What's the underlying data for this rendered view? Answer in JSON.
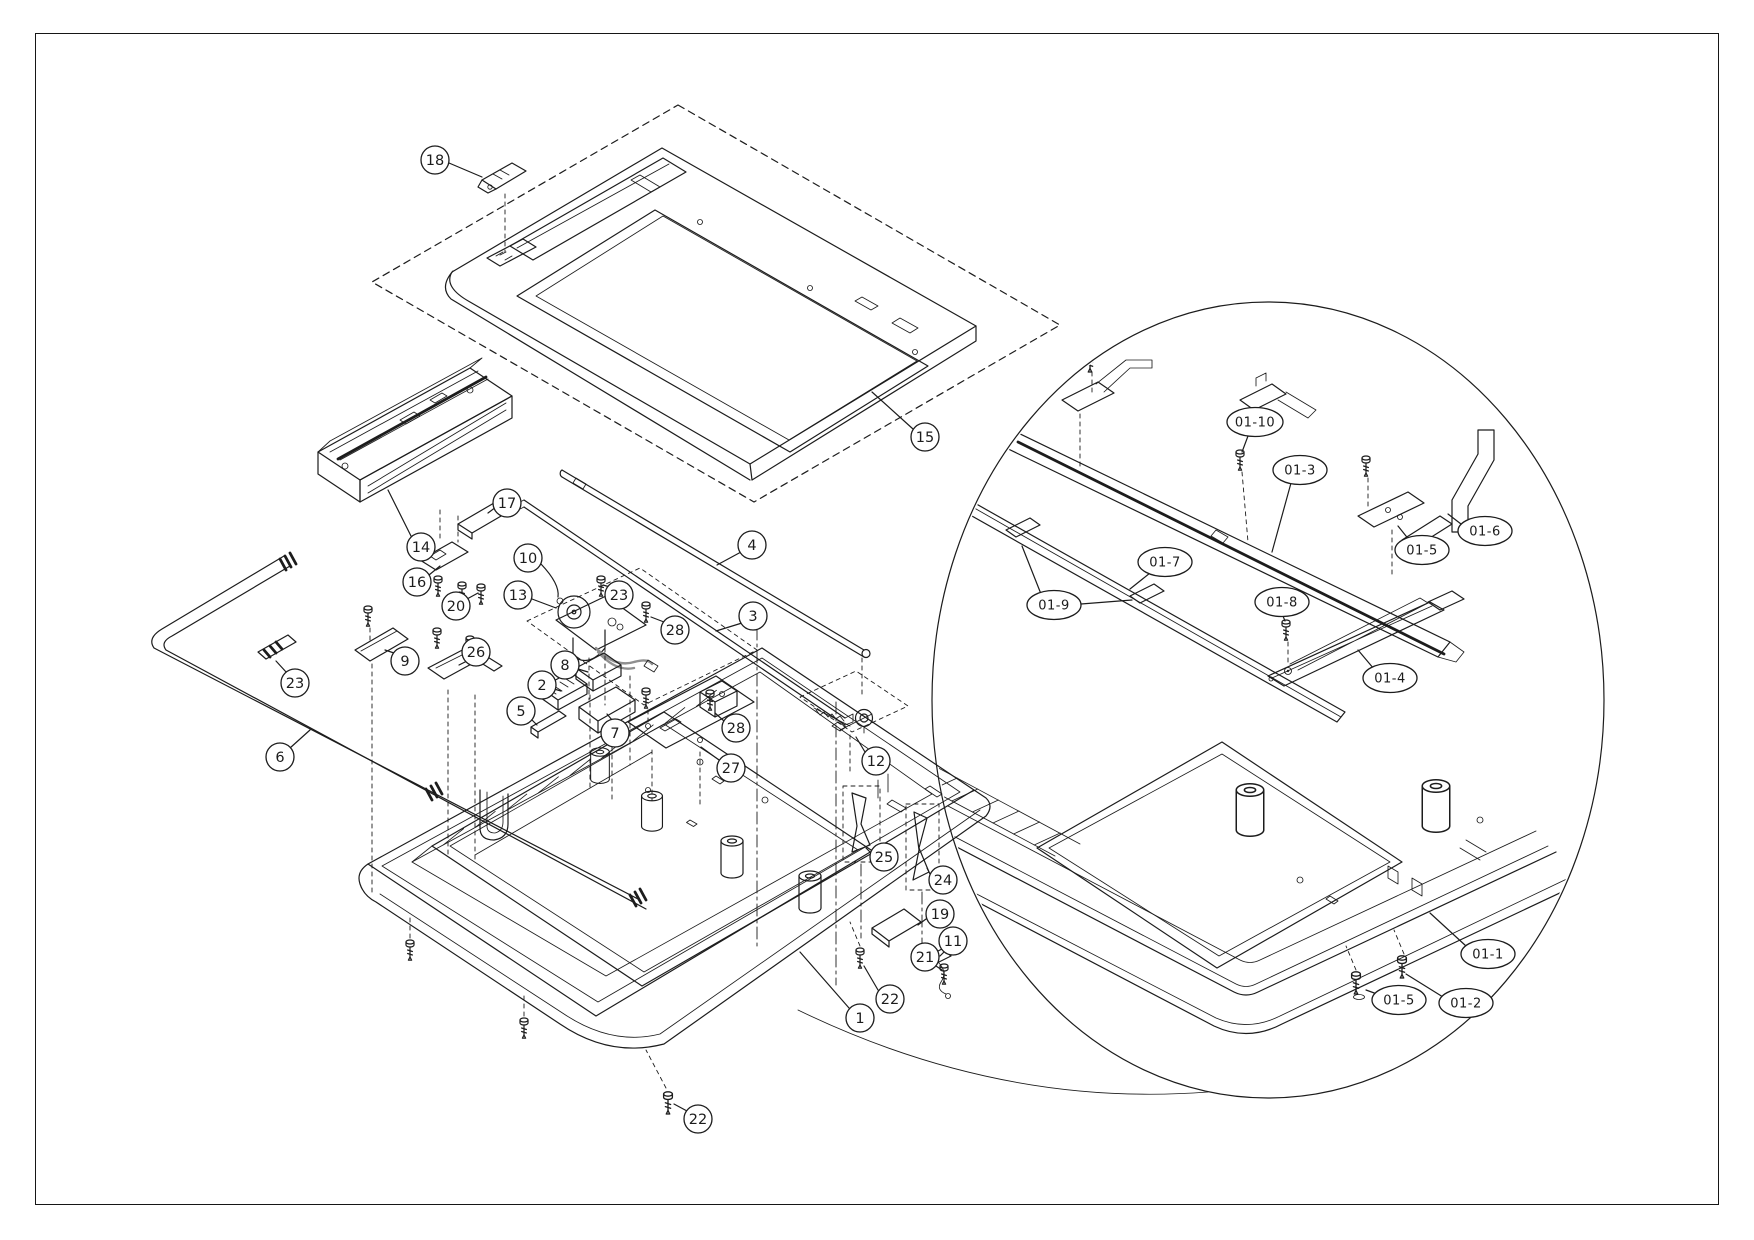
{
  "figure": {
    "kind": "exploded_parts_diagram",
    "subject": "Flatbed scanner assembly exploded view with magnified detail inset",
    "background_color": "#ffffff",
    "line_color": "#1c1c1c",
    "main_view": {
      "callouts": [
        {
          "label": "18"
        },
        {
          "label": "15"
        },
        {
          "label": "17"
        },
        {
          "label": "14"
        },
        {
          "label": "4"
        },
        {
          "label": "10"
        },
        {
          "label": "16"
        },
        {
          "label": "13"
        },
        {
          "label": "23"
        },
        {
          "label": "20"
        },
        {
          "label": "3"
        },
        {
          "label": "28"
        },
        {
          "label": "26"
        },
        {
          "label": "9"
        },
        {
          "label": "8"
        },
        {
          "label": "23"
        },
        {
          "label": "2"
        },
        {
          "label": "5"
        },
        {
          "label": "7"
        },
        {
          "label": "28"
        },
        {
          "label": "6"
        },
        {
          "label": "27"
        },
        {
          "label": "12"
        },
        {
          "label": "25"
        },
        {
          "label": "24"
        },
        {
          "label": "19"
        },
        {
          "label": "11"
        },
        {
          "label": "21"
        },
        {
          "label": "22"
        },
        {
          "label": "1"
        },
        {
          "label": "22"
        }
      ]
    },
    "detail_view": {
      "callouts": [
        {
          "label": "01-10"
        },
        {
          "label": "01-3"
        },
        {
          "label": "01-6"
        },
        {
          "label": "01-5"
        },
        {
          "label": "01-7"
        },
        {
          "label": "01-8"
        },
        {
          "label": "01-9"
        },
        {
          "label": "01-4"
        },
        {
          "label": "01-1"
        },
        {
          "label": "01-5"
        },
        {
          "label": "01-2"
        }
      ]
    }
  }
}
